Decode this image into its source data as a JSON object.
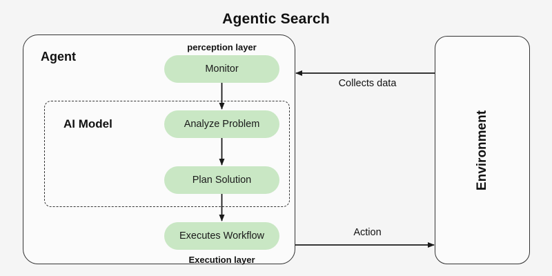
{
  "title": "Agentic Search",
  "containers": {
    "agent": {
      "label": "Agent"
    },
    "environment": {
      "label": "Environment"
    },
    "ai_model": {
      "label": "AI Model"
    }
  },
  "captions": {
    "perception_layer": "perception layer",
    "execution_layer": "Execution layer"
  },
  "nodes": [
    {
      "id": "monitor",
      "label": "Monitor"
    },
    {
      "id": "analyze",
      "label": "Analyze Problem"
    },
    {
      "id": "plan",
      "label": "Plan Solution"
    },
    {
      "id": "executes",
      "label": "Executes Workflow"
    }
  ],
  "edges": [
    {
      "id": "collects",
      "label": "Collects data",
      "from": "environment",
      "to": "agent",
      "direction": "left"
    },
    {
      "id": "action",
      "label": "Action",
      "from": "agent",
      "to": "environment",
      "direction": "right"
    }
  ],
  "colors": {
    "background": "#f5f5f5",
    "node_fill": "#c9e7c4",
    "container_fill": "#fbfbfb",
    "stroke": "#333333",
    "text": "#111111"
  }
}
